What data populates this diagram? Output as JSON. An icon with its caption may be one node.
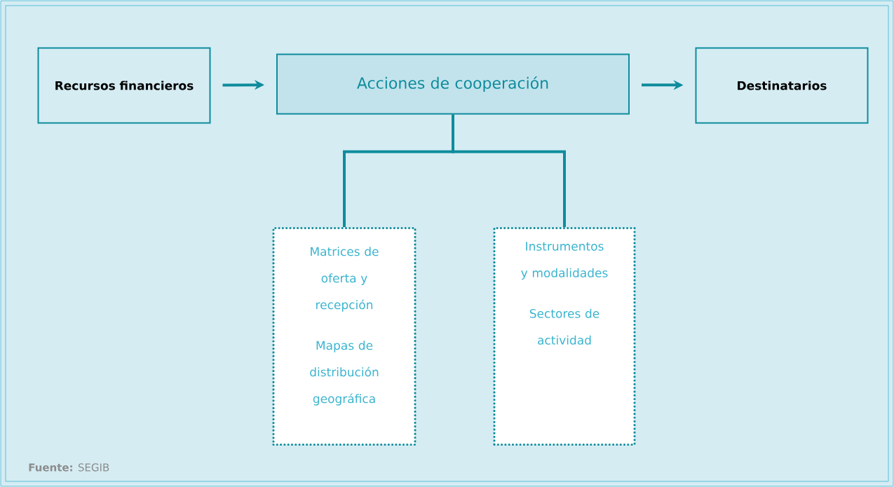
{
  "diagram": {
    "nodes": [
      {
        "text": [
          "Recursos financieros"
        ]
      },
      {
        "text": [
          "Acciones de cooperación"
        ]
      },
      {
        "text": [
          "Destinatarios"
        ]
      },
      {
        "text": [
          "Matrices de oferta y recepción",
          "Mapas de distribución geográfica"
        ]
      },
      {
        "text": [
          "Instrumentos y modalidades",
          "Sectores de actividad"
        ]
      }
    ],
    "edges": [
      {
        "from": 0,
        "to": 1,
        "arrow": "to"
      },
      {
        "from": 1,
        "to": 2,
        "arrow": "to"
      },
      {
        "from": 1,
        "to": 3,
        "arrow": "none"
      },
      {
        "from": 1,
        "to": 4,
        "arrow": "none"
      }
    ],
    "labels": [
      "**Fuente:** SEGIB"
    ]
  }
}
